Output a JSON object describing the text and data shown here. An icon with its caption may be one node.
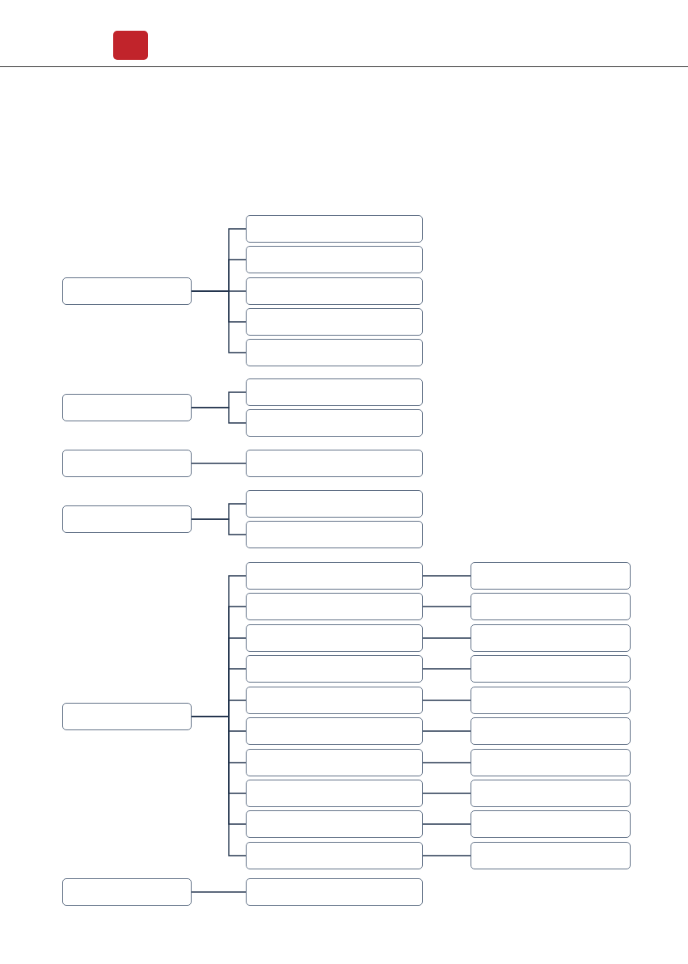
{
  "diagram": {
    "nodes": [
      {
        "text": [],
        "shape": "box"
      },
      {
        "text": [],
        "shape": "box"
      },
      {
        "text": [],
        "shape": "box"
      },
      {
        "text": [],
        "shape": "box"
      },
      {
        "text": [],
        "shape": "box"
      },
      {
        "text": [],
        "shape": "box"
      },
      {
        "text": [],
        "shape": "box"
      },
      {
        "text": [],
        "shape": "box"
      },
      {
        "text": [],
        "shape": "box"
      },
      {
        "text": [],
        "shape": "box"
      },
      {
        "text": [],
        "shape": "box"
      },
      {
        "text": [],
        "shape": "box"
      },
      {
        "text": [],
        "shape": "box"
      },
      {
        "text": [],
        "shape": "box"
      },
      {
        "text": [],
        "shape": "box"
      },
      {
        "text": [],
        "shape": "box"
      },
      {
        "text": [],
        "shape": "box"
      },
      {
        "text": [],
        "shape": "box"
      },
      {
        "text": [],
        "shape": "box"
      },
      {
        "text": [],
        "shape": "box"
      },
      {
        "text": [],
        "shape": "box"
      },
      {
        "text": [],
        "shape": "box"
      },
      {
        "text": [],
        "shape": "box"
      },
      {
        "text": [],
        "shape": "box"
      },
      {
        "text": [],
        "shape": "box"
      },
      {
        "text": [],
        "shape": "box"
      },
      {
        "text": [],
        "shape": "box"
      },
      {
        "text": [],
        "shape": "box"
      },
      {
        "text": [],
        "shape": "box"
      },
      {
        "text": [],
        "shape": "box"
      },
      {
        "text": [],
        "shape": "box"
      },
      {
        "text": [],
        "shape": "box"
      },
      {
        "text": [],
        "shape": "box"
      },
      {
        "text": [],
        "shape": "box"
      },
      {
        "text": [],
        "shape": "box"
      },
      {
        "text": [],
        "shape": "box"
      },
      {
        "text": [],
        "shape": "box"
      }
    ],
    "edges": [
      {
        "from": 0,
        "to": 1,
        "arrow": "none"
      },
      {
        "from": 0,
        "to": 2,
        "arrow": "none"
      },
      {
        "from": 0,
        "to": 3,
        "arrow": "none"
      },
      {
        "from": 0,
        "to": 4,
        "arrow": "none"
      },
      {
        "from": 0,
        "to": 5,
        "arrow": "none"
      },
      {
        "from": 6,
        "to": 7,
        "arrow": "none"
      },
      {
        "from": 6,
        "to": 8,
        "arrow": "none"
      },
      {
        "from": 9,
        "to": 10,
        "arrow": "none"
      },
      {
        "from": 11,
        "to": 12,
        "arrow": "none"
      },
      {
        "from": 11,
        "to": 13,
        "arrow": "none"
      },
      {
        "from": 14,
        "to": 15,
        "arrow": "none"
      },
      {
        "from": 14,
        "to": 16,
        "arrow": "none"
      },
      {
        "from": 14,
        "to": 17,
        "arrow": "none"
      },
      {
        "from": 14,
        "to": 18,
        "arrow": "none"
      },
      {
        "from": 14,
        "to": 19,
        "arrow": "none"
      },
      {
        "from": 14,
        "to": 20,
        "arrow": "none"
      },
      {
        "from": 14,
        "to": 21,
        "arrow": "none"
      },
      {
        "from": 14,
        "to": 22,
        "arrow": "none"
      },
      {
        "from": 14,
        "to": 23,
        "arrow": "none"
      },
      {
        "from": 14,
        "to": 24,
        "arrow": "none"
      },
      {
        "from": 15,
        "to": 25,
        "arrow": "none"
      },
      {
        "from": 16,
        "to": 26,
        "arrow": "none"
      },
      {
        "from": 17,
        "to": 27,
        "arrow": "none"
      },
      {
        "from": 18,
        "to": 28,
        "arrow": "none"
      },
      {
        "from": 19,
        "to": 29,
        "arrow": "none"
      },
      {
        "from": 20,
        "to": 30,
        "arrow": "none"
      },
      {
        "from": 21,
        "to": 31,
        "arrow": "none"
      },
      {
        "from": 22,
        "to": 32,
        "arrow": "none"
      },
      {
        "from": 23,
        "to": 33,
        "arrow": "none"
      },
      {
        "from": 24,
        "to": 34,
        "arrow": "none"
      },
      {
        "from": 35,
        "to": 36,
        "arrow": "none"
      }
    ]
  }
}
